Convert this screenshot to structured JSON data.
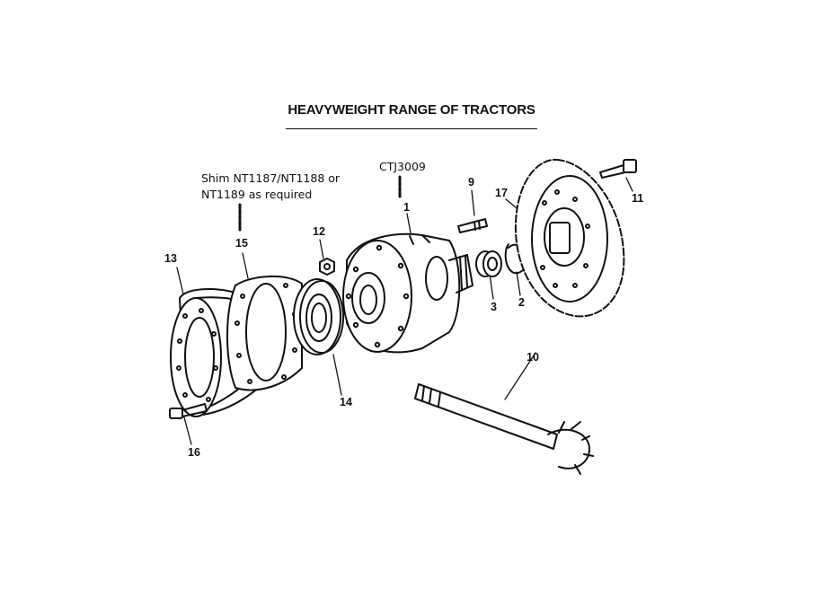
{
  "diagram": {
    "title": "HEAVYWEIGHT RANGE OF TRACTORS",
    "notes": {
      "shim_line1": "Shim NT1187/NT1188 or",
      "shim_line2": "NT1189 as required",
      "part_number": "CTJ3009"
    },
    "callouts": [
      "1",
      "2",
      "3",
      "9",
      "10",
      "11",
      "12",
      "13",
      "14",
      "15",
      "16",
      "17"
    ]
  }
}
